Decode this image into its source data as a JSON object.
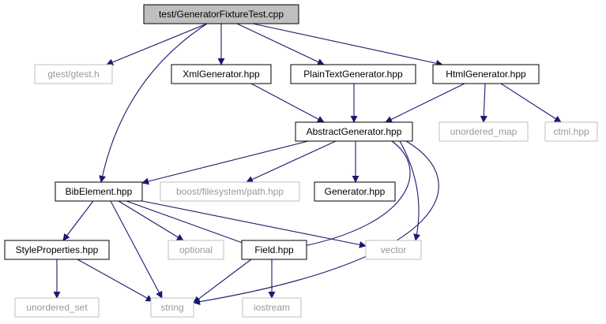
{
  "diagram": {
    "nodes": [
      {
        "id": "root",
        "label": "test/GeneratorFixtureTest.cpp",
        "style": "root"
      },
      {
        "id": "gtest",
        "label": "gtest/gtest.h",
        "style": "external"
      },
      {
        "id": "xml",
        "label": "XmlGenerator.hpp",
        "style": "local"
      },
      {
        "id": "plain",
        "label": "PlainTextGenerator.hpp",
        "style": "local"
      },
      {
        "id": "html",
        "label": "HtmlGenerator.hpp",
        "style": "local"
      },
      {
        "id": "abstract",
        "label": "AbstractGenerator.hpp",
        "style": "local"
      },
      {
        "id": "umap",
        "label": "unordered_map",
        "style": "external"
      },
      {
        "id": "ctml",
        "label": "ctml.hpp",
        "style": "external"
      },
      {
        "id": "bib",
        "label": "BibElement.hpp",
        "style": "local"
      },
      {
        "id": "boostfs",
        "label": "boost/filesystem/path.hpp",
        "style": "external"
      },
      {
        "id": "generator",
        "label": "Generator.hpp",
        "style": "local"
      },
      {
        "id": "style",
        "label": "StyleProperties.hpp",
        "style": "local"
      },
      {
        "id": "optional",
        "label": "optional",
        "style": "external"
      },
      {
        "id": "field",
        "label": "Field.hpp",
        "style": "local"
      },
      {
        "id": "vector",
        "label": "vector",
        "style": "external"
      },
      {
        "id": "uset",
        "label": "unordered_set",
        "style": "external"
      },
      {
        "id": "string",
        "label": "string",
        "style": "external"
      },
      {
        "id": "iostream",
        "label": "iostream",
        "style": "external"
      }
    ],
    "edges": [
      [
        "root",
        "gtest"
      ],
      [
        "root",
        "xml"
      ],
      [
        "root",
        "plain"
      ],
      [
        "root",
        "html"
      ],
      [
        "root",
        "bib"
      ],
      [
        "xml",
        "abstract"
      ],
      [
        "plain",
        "abstract"
      ],
      [
        "html",
        "abstract"
      ],
      [
        "html",
        "umap"
      ],
      [
        "html",
        "ctml"
      ],
      [
        "abstract",
        "bib"
      ],
      [
        "abstract",
        "boostfs"
      ],
      [
        "abstract",
        "generator"
      ],
      [
        "abstract",
        "field"
      ],
      [
        "abstract",
        "vector"
      ],
      [
        "abstract",
        "string"
      ],
      [
        "bib",
        "style"
      ],
      [
        "bib",
        "optional"
      ],
      [
        "bib",
        "field"
      ],
      [
        "bib",
        "vector"
      ],
      [
        "bib",
        "string"
      ],
      [
        "style",
        "uset"
      ],
      [
        "style",
        "string"
      ],
      [
        "field",
        "string"
      ],
      [
        "field",
        "iostream"
      ]
    ],
    "colors": {
      "edge": "#191970",
      "root_fill": "#bfbfbf",
      "local_border": "#000000",
      "external_border": "#bfbfbf",
      "external_text": "#999999"
    }
  }
}
